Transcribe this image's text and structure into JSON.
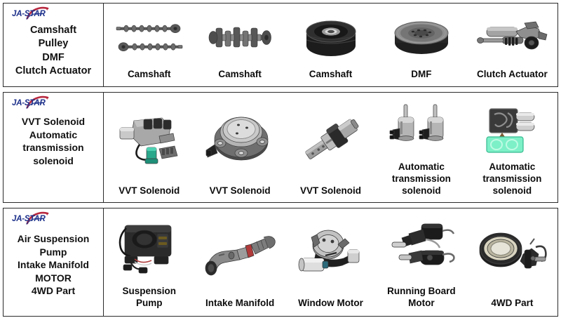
{
  "brand": {
    "name": "JA-STAR",
    "text_color": "#1b2f8a",
    "swoosh_color": "#b8293f"
  },
  "rows": [
    {
      "id": "row-camshaft",
      "category_lines": [
        "Camshaft",
        "Pulley",
        "DMF",
        "Clutch Actuator"
      ],
      "items": [
        {
          "icon": "camshaft-pair-icon",
          "caption_lines": [
            "Camshaft"
          ]
        },
        {
          "icon": "crankshaft-icon",
          "caption_lines": [
            "Camshaft"
          ]
        },
        {
          "icon": "pulley-icon",
          "caption_lines": [
            "Camshaft"
          ]
        },
        {
          "icon": "dual-mass-flywheel-icon",
          "caption_lines": [
            "DMF"
          ]
        },
        {
          "icon": "clutch-actuator-icon",
          "caption_lines": [
            "Clutch Actuator"
          ]
        }
      ]
    },
    {
      "id": "row-solenoid",
      "category_lines": [
        "VVT  Solenoid",
        "Automatic",
        "transmission",
        "solenoid"
      ],
      "items": [
        {
          "icon": "vvt-solenoid-assembly-icon",
          "caption_lines": [
            "VVT  Solenoid"
          ]
        },
        {
          "icon": "vvt-cam-phaser-icon",
          "caption_lines": [
            "VVT  Solenoid"
          ]
        },
        {
          "icon": "vvt-spool-valve-icon",
          "caption_lines": [
            "VVT  Solenoid"
          ]
        },
        {
          "icon": "transmission-solenoid-pair-icon",
          "caption_lines": [
            "Automatic",
            "transmission",
            "solenoid"
          ]
        },
        {
          "icon": "transmission-solenoid-block-icon",
          "caption_lines": [
            "Automatic",
            "transmission",
            "solenoid"
          ]
        }
      ]
    },
    {
      "id": "row-suspension",
      "category_lines": [
        "Air Suspension",
        "Pump",
        "Intake Manifold",
        "MOTOR",
        "4WD Part"
      ],
      "items": [
        {
          "icon": "air-suspension-compressor-icon",
          "caption_lines": [
            "Suspension",
            "Pump"
          ]
        },
        {
          "icon": "intake-manifold-pipe-icon",
          "caption_lines": [
            "Intake Manifold"
          ]
        },
        {
          "icon": "window-motor-icon",
          "caption_lines": [
            "Window Motor"
          ]
        },
        {
          "icon": "running-board-motor-icon",
          "caption_lines": [
            "Running Board",
            "Motor"
          ]
        },
        {
          "icon": "4wd-actuator-bearing-icon",
          "caption_lines": [
            "4WD Part"
          ]
        }
      ]
    }
  ]
}
